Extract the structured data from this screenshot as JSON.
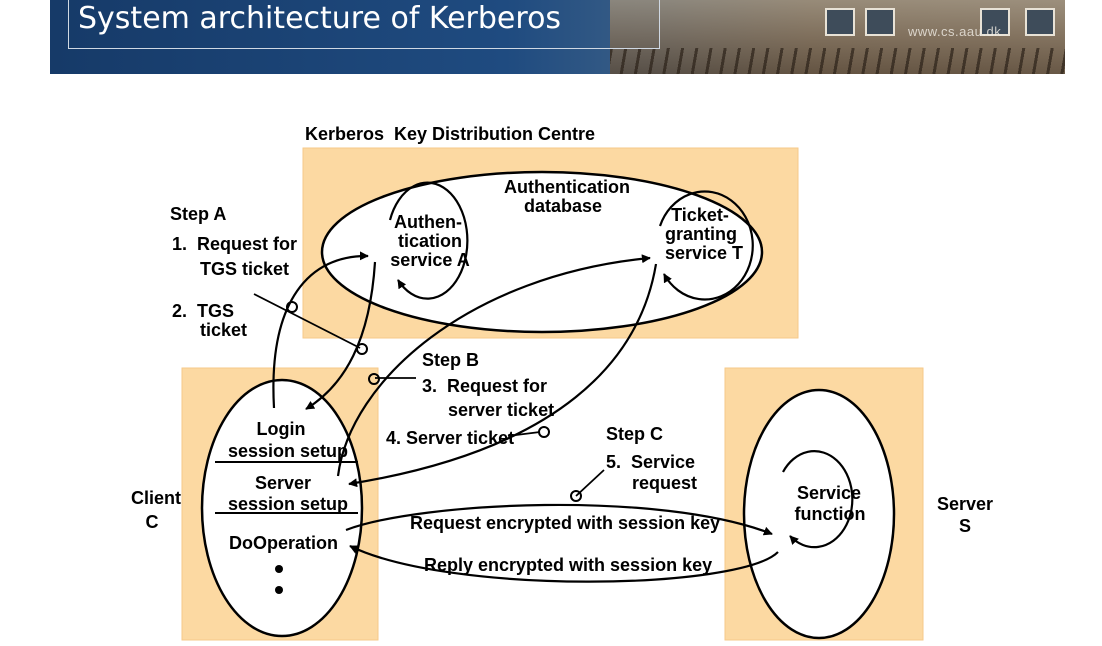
{
  "slide": {
    "title": "System architecture of Kerberos",
    "site_url": "www.cs.aau.dk",
    "colors": {
      "banner_blue": "#1f4b80",
      "box_fill": "#fcd9a2",
      "ink": "#000000"
    }
  },
  "diagram": {
    "kdc_label": "Kerberos  Key Distribution Centre",
    "auth_db_line1": "Authentication",
    "auth_db_line2": "database",
    "as_line1": "Authen-",
    "as_line2": "tication",
    "as_line3": "service A",
    "tgs_line1": "Ticket-",
    "tgs_line2": "granting",
    "tgs_line3": "service T",
    "step_a": "Step A",
    "step_a_1_line1": "1.  Request for",
    "step_a_1_line2": "TGS ticket",
    "step_a_2_line1": "2.  TGS",
    "step_a_2_line2": "ticket",
    "step_b": "Step B",
    "step_b_3_line1": "3.  Request for",
    "step_b_3_line2": "server ticket",
    "step_b_4": "4. Server ticket",
    "step_c": "Step C",
    "step_c_5_line1": "5.  Service",
    "step_c_5_line2": "request",
    "client_line1": "Client",
    "client_line2": "C",
    "login_line1": "Login",
    "login_line2": "session setup",
    "server_setup_line1": "Server",
    "server_setup_line2": "session setup",
    "dooperation": "DoOperation",
    "server_line1": "Server",
    "server_line2": "S",
    "service_fn_line1": "Service",
    "service_fn_line2": "function",
    "req_encrypted": "Request encrypted with session key",
    "reply_encrypted": "Reply encrypted with session key"
  }
}
